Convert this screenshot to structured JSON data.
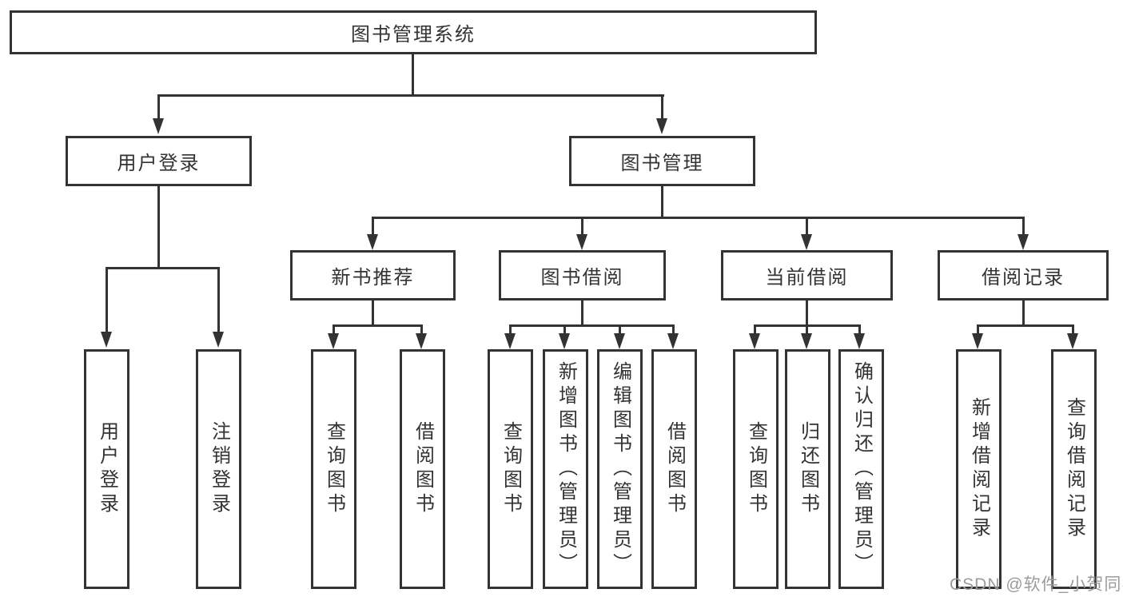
{
  "diagram": {
    "title": "图书管理系统",
    "type_hint": "hierarchical function-structure tree, 4 levels"
  },
  "colors": {
    "line": "#333333",
    "text": "#333333",
    "bg": "#ffffff",
    "watermark": "#9b9b9b"
  },
  "nodes": {
    "root": "图书管理系统",
    "user_login": "用户登录",
    "book_mgmt": "图书管理",
    "user_login_leaf": "用户登录",
    "logout_leaf": "注销登录",
    "new_book_rec": "新书推荐",
    "book_borrow": "图书借阅",
    "current_borrow": "当前借阅",
    "borrow_records": "借阅记录",
    "nbr_query_books": "查询图书",
    "nbr_borrow_books": "借阅图书",
    "bb_query_books": "查询图书",
    "bb_add_books": "新增图书（管理员）",
    "bb_edit_books": "编辑图书（管理员）",
    "bb_borrow_books": "借阅图书",
    "cb_query_books": "查询图书",
    "cb_return_books": "归还图书",
    "cb_confirm_return": "确认归还（管理员）",
    "br_add_record": "新增借阅记录",
    "br_query_record": "查询借阅记录"
  },
  "watermark": {
    "text": "CSDN @软件_小贺同学"
  }
}
